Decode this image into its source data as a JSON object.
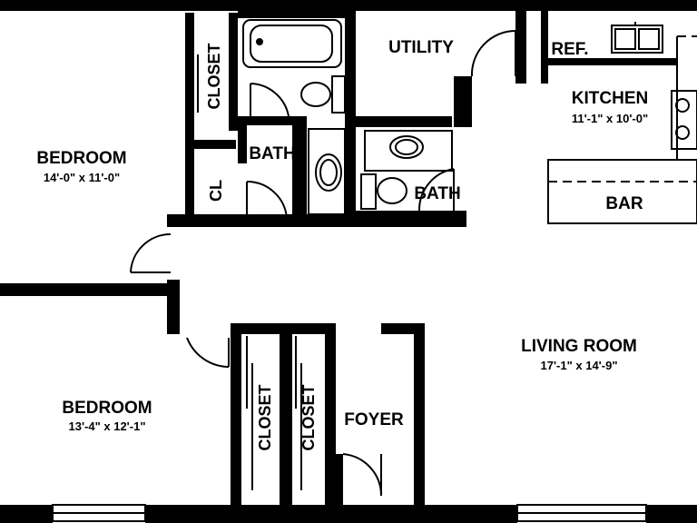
{
  "rooms": {
    "bedroom1": {
      "name": "BEDROOM",
      "dims": "14'-0\" x 11'-0\""
    },
    "bedroom2": {
      "name": "BEDROOM",
      "dims": "13'-4\" x 12'-1\""
    },
    "living": {
      "name": "LIVING ROOM",
      "dims": "17'-1\" x 14'-9\""
    },
    "kitchen": {
      "name": "KITCHEN",
      "dims": "11'-1\" x 10'-0\""
    },
    "utility": {
      "name": "UTILITY"
    },
    "bath1": {
      "name": "BATH"
    },
    "bath2": {
      "name": "BATH"
    },
    "foyer": {
      "name": "FOYER"
    },
    "bar": {
      "name": "BAR"
    }
  },
  "closets": {
    "closet1": "CLOSET",
    "closet2": "CLOSET",
    "closet3": "CLOSET",
    "cl": "CL"
  },
  "fixtures": {
    "ref": "REF."
  },
  "colors": {
    "wall": "#000000",
    "background": "#ffffff"
  }
}
